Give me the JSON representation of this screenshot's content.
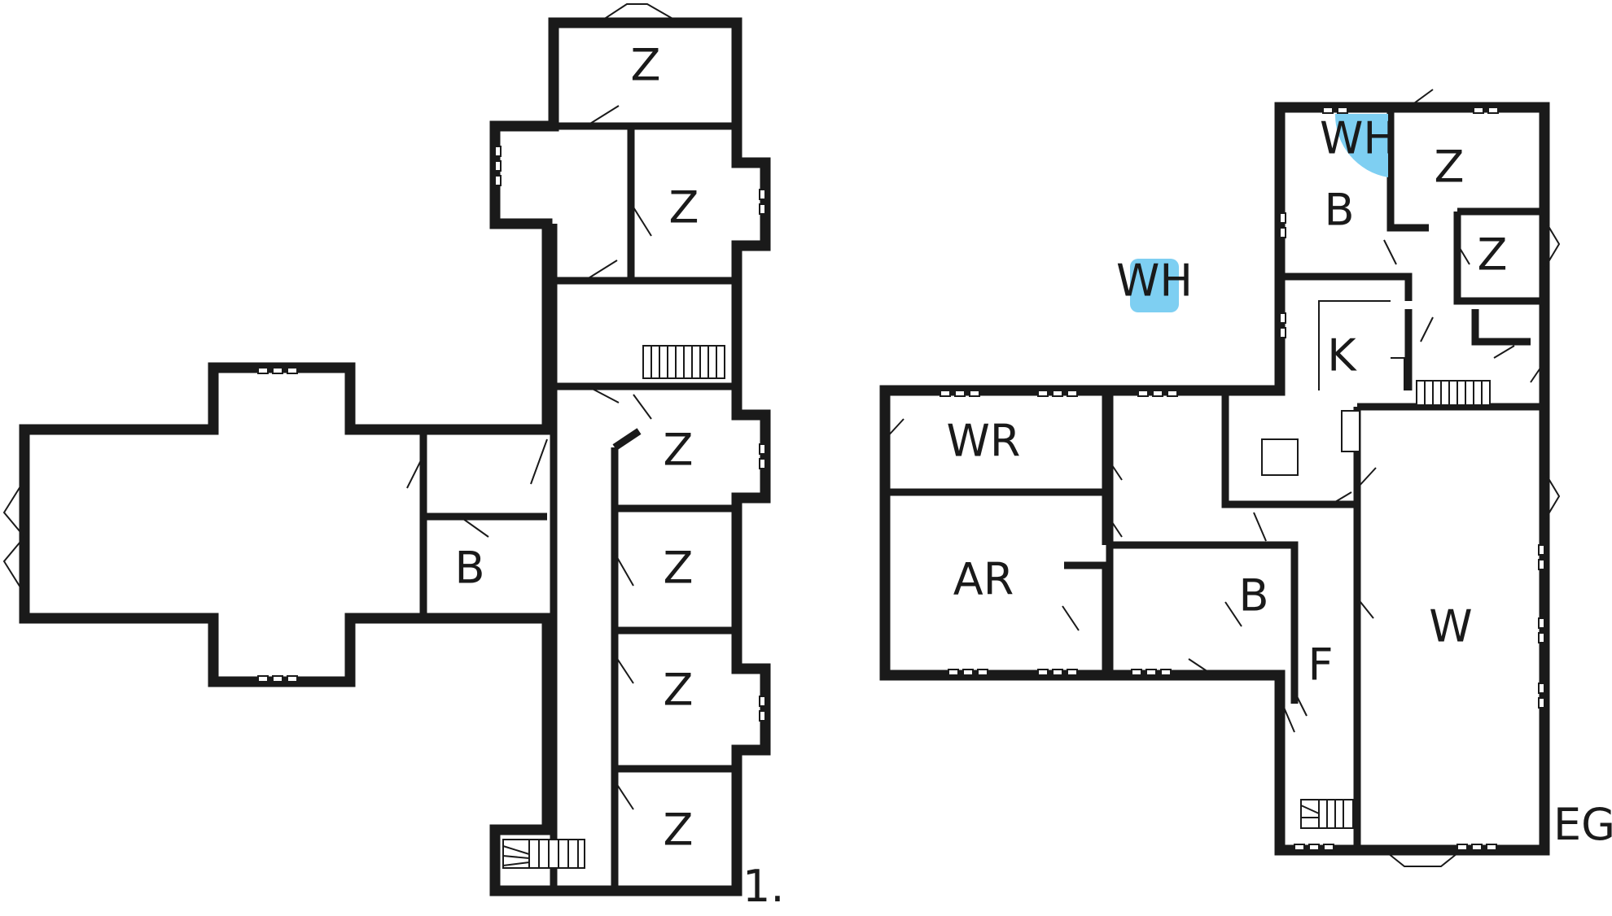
{
  "upper_floor": {
    "floor_label": "1.",
    "room_labels": [
      "Z",
      "Z",
      "Z",
      "Z",
      "Z",
      "Z",
      "B"
    ]
  },
  "ground_floor": {
    "floor_label": "EG",
    "room_labels": [
      "WH",
      "Z",
      "B",
      "Z",
      "K",
      "WR",
      "AR",
      "B",
      "F",
      "W"
    ]
  },
  "legend_label": "WH",
  "colors": {
    "wall": "#1a1a1a",
    "room_fill": "#fcfcf6",
    "highlight": "#7ecff2"
  }
}
